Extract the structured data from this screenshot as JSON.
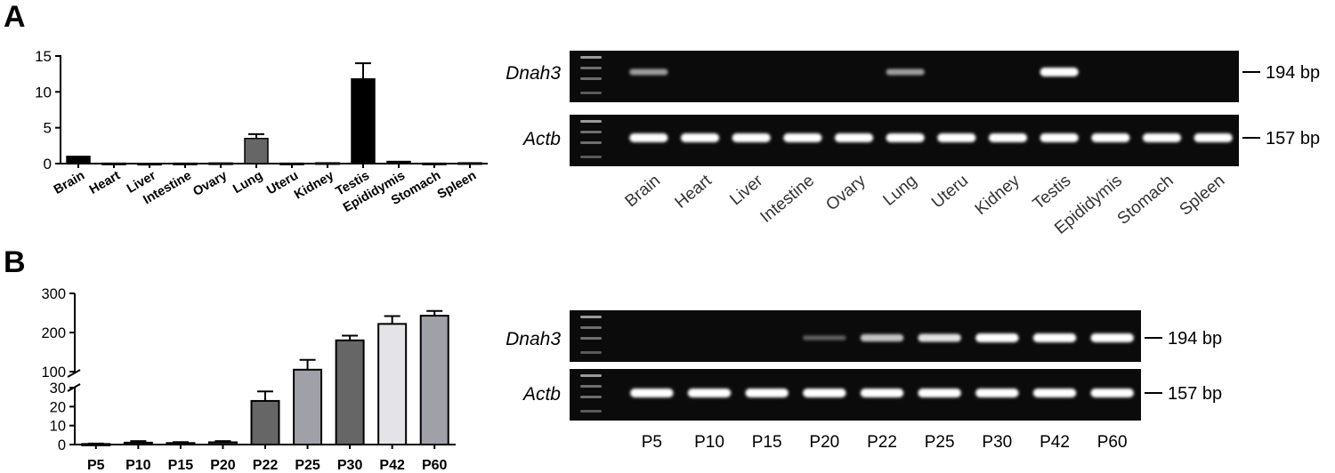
{
  "panels": {
    "a": {
      "letter": "A"
    },
    "b": {
      "letter": "B"
    }
  },
  "chart_data": [
    {
      "type": "bar",
      "panel": "A",
      "categories": [
        "Brain",
        "Heart",
        "Liver",
        "Intestine",
        "Ovary",
        "Lung",
        "Uteru",
        "Kidney",
        "Testis",
        "Epididymis",
        "Stomach",
        "Spleen"
      ],
      "values": [
        1.0,
        0.05,
        0.02,
        0.05,
        0.08,
        3.5,
        0.05,
        0.1,
        11.8,
        0.3,
        0.05,
        0.1
      ],
      "errors": [
        0,
        0.05,
        0.02,
        0.05,
        0.1,
        0.6,
        0.05,
        0.1,
        2.2,
        0.15,
        0.05,
        0.1
      ],
      "colors": [
        "#000000",
        "#000000",
        "#000000",
        "#000000",
        "#000000",
        "#666666",
        "#000000",
        "#000000",
        "#000000",
        "#000000",
        "#000000",
        "#000000"
      ],
      "yticks": [
        0,
        5,
        10,
        15
      ],
      "ylim": [
        0,
        15
      ],
      "title": "",
      "xlabel": "",
      "ylabel": ""
    },
    {
      "type": "bar",
      "panel": "B",
      "categories": [
        "P5",
        "P10",
        "P15",
        "P20",
        "P22",
        "P25",
        "P30",
        "P42",
        "P60"
      ],
      "values": [
        0.3,
        1.0,
        0.8,
        1.2,
        23,
        105,
        180,
        222,
        243
      ],
      "errors": [
        0.2,
        0.8,
        0.5,
        0.6,
        5,
        25,
        12,
        20,
        12
      ],
      "colors": [
        "#444444",
        "#444444",
        "#444444",
        "#444444",
        "#666666",
        "#a0a0a8",
        "#666666",
        "#e4e4e8",
        "#a0a0a8"
      ],
      "y_axis_break": [
        30,
        100
      ],
      "lower_segment": {
        "ylim": [
          0,
          30
        ],
        "yticks": [
          0,
          10,
          20,
          30
        ]
      },
      "upper_segment": {
        "ylim": [
          100,
          300
        ],
        "yticks": [
          100,
          200,
          300
        ]
      },
      "title": "",
      "xlabel": "",
      "ylabel": ""
    },
    {
      "type": "gel",
      "panel": "A",
      "lanes": [
        "Brain",
        "Heart",
        "Liver",
        "Intestine",
        "Ovary",
        "Lung",
        "Uteru",
        "Kidney",
        "Testis",
        "Epididymis",
        "Stomach",
        "Spleen"
      ],
      "rows": [
        {
          "gene": "Dnah3",
          "size": "194 bp",
          "intensity": [
            0.5,
            0,
            0,
            0,
            0,
            0.5,
            0,
            0,
            1.0,
            0,
            0,
            0
          ]
        },
        {
          "gene": "Actb",
          "size": "157 bp",
          "intensity": [
            1,
            1,
            1,
            1,
            1,
            1,
            1,
            1,
            1,
            1,
            1,
            1
          ]
        }
      ]
    },
    {
      "type": "gel",
      "panel": "B",
      "lanes": [
        "P5",
        "P10",
        "P15",
        "P20",
        "P22",
        "P25",
        "P30",
        "P42",
        "P60"
      ],
      "rows": [
        {
          "gene": "Dnah3",
          "size": "194 bp",
          "intensity": [
            0,
            0,
            0,
            0.2,
            0.7,
            0.85,
            1.0,
            1.0,
            1.0
          ]
        },
        {
          "gene": "Actb",
          "size": "157 bp",
          "intensity": [
            1,
            1,
            1,
            1,
            1,
            1,
            1,
            1,
            1
          ]
        }
      ]
    }
  ]
}
